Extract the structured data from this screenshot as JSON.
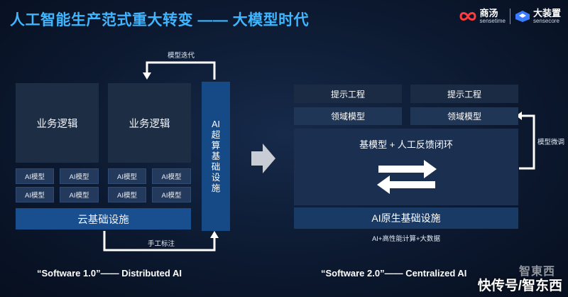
{
  "header": {
    "title": "人工智能生产范式重大转变 —— 大模型时代"
  },
  "logos": {
    "brand1_name": "商汤",
    "brand1_sub": "sensetime",
    "brand2_name": "大装置",
    "brand2_sub": "sensecore"
  },
  "left": {
    "loop_label": "模型迭代",
    "logic_1": "业务逻辑",
    "logic_2": "业务逻辑",
    "ai_model": "AI模型",
    "vertical_label": "AI超算基础设施",
    "cloud": "云基础设施",
    "manual_label": "手工标注",
    "caption": "“Software 1.0”—— Distributed AI"
  },
  "arrow": "right-arrow",
  "right": {
    "prompt_1": "提示工程",
    "prompt_2": "提示工程",
    "domain_1": "领域模型",
    "domain_2": "领域模型",
    "base": "基模型 + 人工反馈闭环",
    "finetune_label": "模型微调",
    "native": "AI原生基础设施",
    "native_sub": "AI+高性能计算+大数据",
    "caption": "“Software 2.0”—— Centralized AI"
  },
  "watermark": {
    "logo_text": "智東西",
    "text": "快传号/智东西"
  }
}
